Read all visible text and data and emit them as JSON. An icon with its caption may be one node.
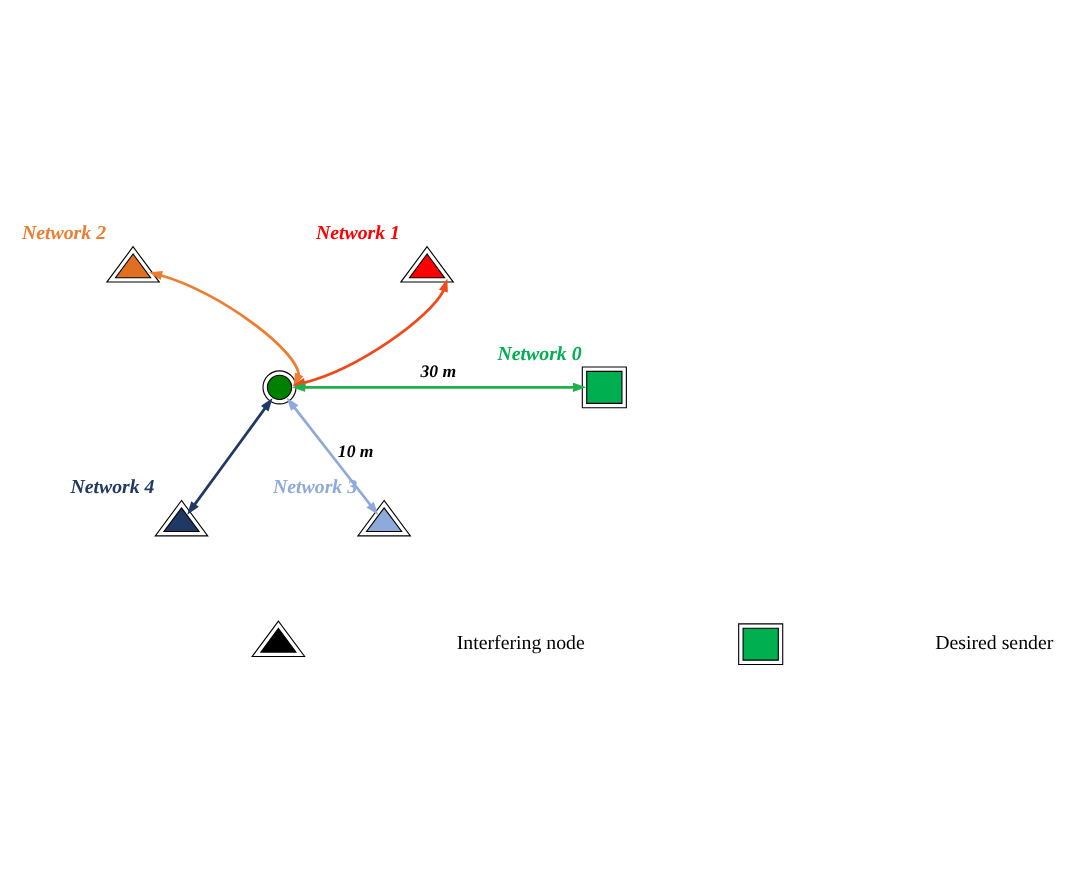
{
  "diagram": {
    "nodes": [
      {
        "text": [
          "Network 1"
        ]
      },
      {
        "text": [
          "Network 2"
        ]
      },
      {
        "text": [],
        "shape": "circle"
      },
      {
        "text": [
          "Network 0"
        ]
      },
      {
        "text": [
          "Network 4"
        ]
      },
      {
        "text": [
          "Network 3"
        ]
      },
      {
        "text": [],
        "shape": "triangle"
      },
      {
        "text": [],
        "shape": "box"
      }
    ],
    "edges": [
      {
        "from": 2,
        "to": 0,
        "arrow": "both",
        "color": "#f04a1a"
      },
      {
        "from": 2,
        "to": 1,
        "arrow": "both",
        "color": "#ed7d31"
      },
      {
        "from": 2,
        "to": 3,
        "arrow": "both",
        "color": "#22b04c",
        "label": "30 m"
      },
      {
        "from": 2,
        "to": 4,
        "arrow": "both",
        "color": "#1f3864"
      },
      {
        "from": 2,
        "to": 5,
        "arrow": "both",
        "color": "#8eaadb",
        "label": "10 m"
      }
    ],
    "legend": [
      {
        "text": "Interfering node"
      },
      {
        "text": "Desired sender"
      }
    ]
  }
}
